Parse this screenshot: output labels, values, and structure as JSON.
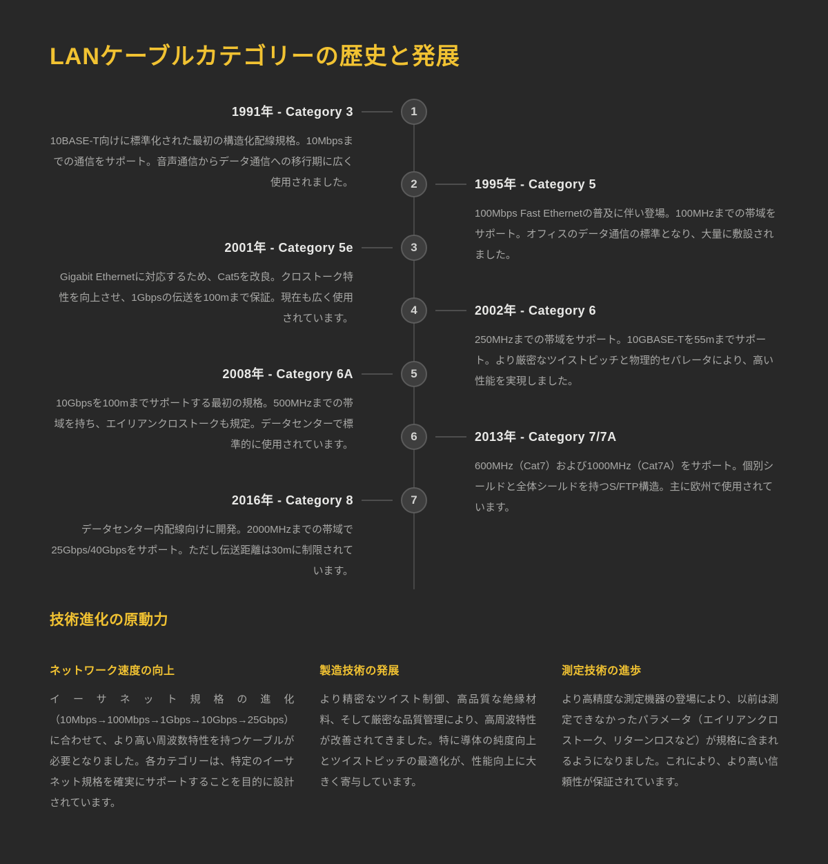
{
  "page": {
    "title": "LANケーブルカテゴリーの歴史と発展",
    "colors": {
      "background": "#282828",
      "accent_yellow": "#f1c232",
      "heading_text": "#e9e9e7",
      "body_text": "#a8a8a6",
      "line_gray": "#4e4e4e",
      "circle_fill": "#3e3e3e",
      "circle_border": "#5b5b5b"
    }
  },
  "timeline": {
    "items": [
      {
        "number": "1",
        "side": "left",
        "heading": "1991年 - Category 3",
        "body": "10BASE-T向けに標準化された最初の構造化配線規格。10Mbpsまでの通信をサポート。音声通信からデータ通信への移行期に広く使用されました。"
      },
      {
        "number": "2",
        "side": "right",
        "heading": "1995年 - Category 5",
        "body": "100Mbps Fast Ethernetの普及に伴い登場。100MHzまでの帯域をサポート。オフィスのデータ通信の標準となり、大量に敷設されました。"
      },
      {
        "number": "3",
        "side": "left",
        "heading": "2001年 - Category 5e",
        "body": "Gigabit Ethernetに対応するため、Cat5を改良。クロストーク特性を向上させ、1Gbpsの伝送を100mまで保証。現在も広く使用されています。"
      },
      {
        "number": "4",
        "side": "right",
        "heading": "2002年 - Category 6",
        "body": "250MHzまでの帯域をサポート。10GBASE-Tを55mまでサポート。より厳密なツイストピッチと物理的セパレータにより、高い性能を実現しました。"
      },
      {
        "number": "5",
        "side": "left",
        "heading": "2008年 - Category 6A",
        "body": "10Gbpsを100mまでサポートする最初の規格。500MHzまでの帯域を持ち、エイリアンクロストークも規定。データセンターで標準的に使用されています。"
      },
      {
        "number": "6",
        "side": "right",
        "heading": "2013年 - Category 7/7A",
        "body": "600MHz（Cat7）および1000MHz（Cat7A）をサポート。個別シールドと全体シールドを持つS/FTP構造。主に欧州で使用されています。"
      },
      {
        "number": "7",
        "side": "left",
        "heading": "2016年 - Category 8",
        "body": "データセンター内配線向けに開発。2000MHzまでの帯域で25Gbps/40Gbpsをサポート。ただし伝送距離は30mに制限されています。"
      }
    ]
  },
  "drivers": {
    "heading": "技術進化の原動力",
    "columns": [
      {
        "heading": "ネットワーク速度の向上",
        "body": "イーサネット規格の進化（10Mbps→100Mbps→1Gbps→10Gbps→25Gbps）に合わせて、より高い周波数特性を持つケーブルが必要となりました。各カテゴリーは、特定のイーサネット規格を確実にサポートすることを目的に設計されています。"
      },
      {
        "heading": "製造技術の発展",
        "body": "より精密なツイスト制御、高品質な絶縁材料、そして厳密な品質管理により、高周波特性が改善されてきました。特に導体の純度向上とツイストピッチの最適化が、性能向上に大きく寄与しています。"
      },
      {
        "heading": "測定技術の進歩",
        "body": "より高精度な測定機器の登場により、以前は測定できなかったパラメータ（エイリアンクロストーク、リターンロスなど）が規格に含まれるようになりました。これにより、より高い信頼性が保証されています。"
      }
    ]
  }
}
